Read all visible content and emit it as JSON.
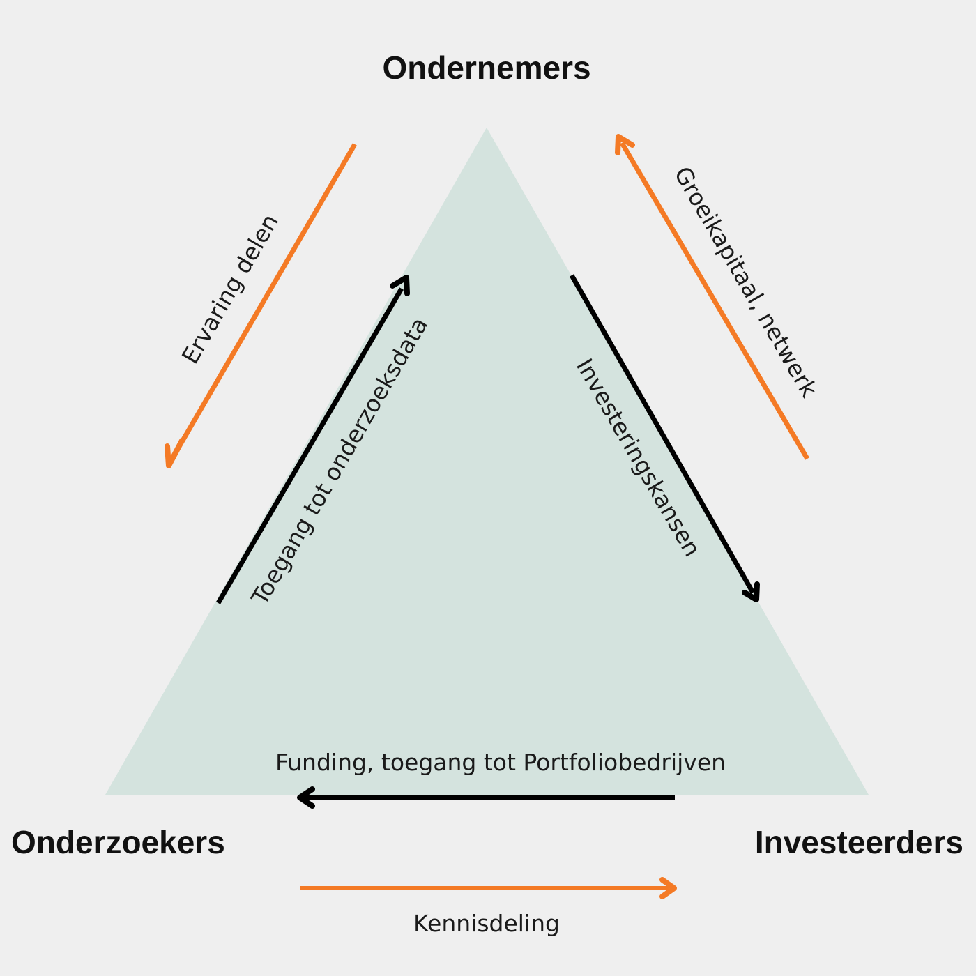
{
  "colors": {
    "background": "#efefef",
    "triangle_fill": "#d4e3de",
    "orange_arrow": "#f47a25",
    "black_arrow": "#000000",
    "text": "#111111"
  },
  "nodes": {
    "top": "Ondernemers",
    "bottom_left": "Onderzoekers",
    "bottom_right": "Investeerders"
  },
  "edges": {
    "ervaring_delen": {
      "label": "Ervaring delen",
      "from": "Ondernemers",
      "to": "Onderzoekers",
      "color": "orange"
    },
    "toegang_onderzoeksdata": {
      "label": "Toegang tot onderzoeksdata",
      "from": "Onderzoekers",
      "to": "Ondernemers",
      "color": "black"
    },
    "investeringskansen": {
      "label": "Investeringskansen",
      "from": "Ondernemers",
      "to": "Investeerders",
      "color": "black"
    },
    "groeikapitaal_netwerk": {
      "label": "Groeikapitaal, netwerk",
      "from": "Investeerders",
      "to": "Ondernemers",
      "color": "orange"
    },
    "funding": {
      "label": "Funding, toegang tot Portfoliobedrijven",
      "from": "Investeerders",
      "to": "Onderzoekers",
      "color": "black"
    },
    "kennisdeling": {
      "label": "Kennisdeling",
      "from": "Onderzoekers",
      "to": "Investeerders",
      "color": "orange"
    }
  }
}
